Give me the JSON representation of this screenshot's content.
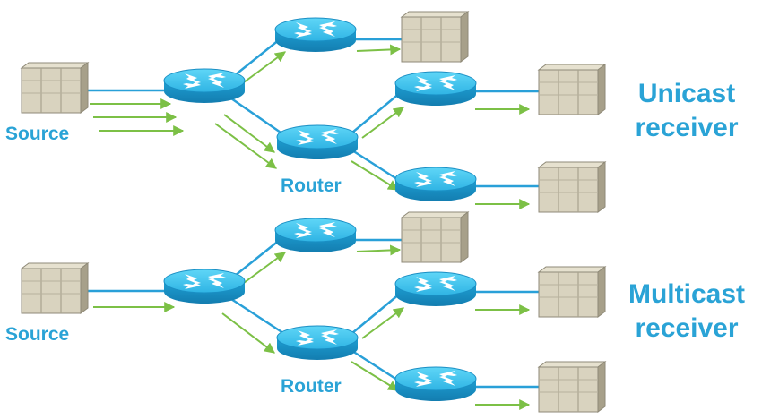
{
  "top": {
    "source_label": "Source",
    "router_label": "Router",
    "receiver_label_line1": "Unicast",
    "receiver_label_line2": "receiver"
  },
  "bottom": {
    "source_label": "Source",
    "router_label": "Router",
    "receiver_label_line1": "Multicast",
    "receiver_label_line2": "receiver"
  },
  "colors": {
    "link": "#29a0d8",
    "flow_arrow": "#7cc046",
    "label": "#2aa3d6",
    "router_top": "#3ec6ef",
    "router_side": "#1a8fc4",
    "host_face": "#d9d3bf",
    "host_side": "#a7a08a"
  },
  "icons": [
    "server-icon",
    "router-icon"
  ]
}
